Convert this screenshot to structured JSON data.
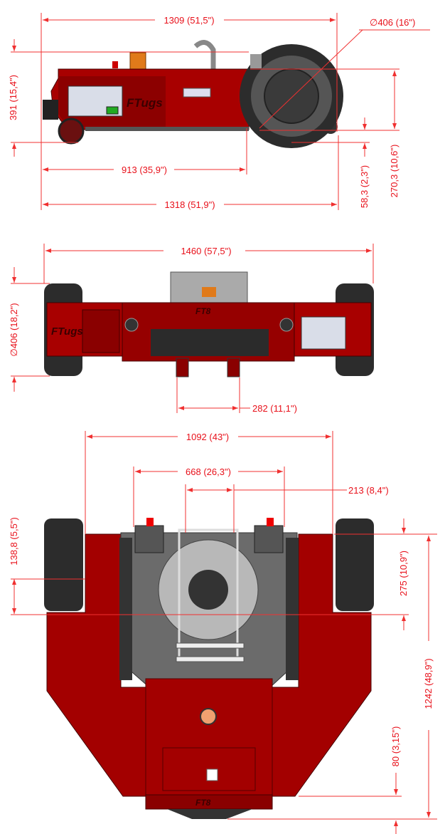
{
  "title": "FTugs FT8 dimensional drawing",
  "logos": {
    "side": "FTugs",
    "front_brand": "FTugs",
    "front_model": "FT8",
    "top_model": "FT8"
  },
  "colors": {
    "body": "#a30000",
    "dimension": "#e8101a",
    "plate": "#6b6b6b",
    "tire": "#2c2c2c"
  },
  "side_view": {
    "overall_length_top": "1309 (51,5\")",
    "wheel_diameter": "∅406 (16\")",
    "height": "391 (15,4\")",
    "wheel_axle_distance": "913 (35,9\")",
    "overall_length_bottom": "1318 (51,9\")",
    "ground_clearance": "58,3 (2,3\")",
    "body_height": "270,3 (10,6\")"
  },
  "front_view": {
    "overall_width": "1460 (57,5\")",
    "wheel_diameter": "∅406 (18,2\")",
    "fork_spacing": "282 (11,1\")"
  },
  "top_view": {
    "inner_width": "1092 (43\")",
    "bracket_spacing": "668 (26,3\")",
    "lift_width": "213 (8,4\")",
    "axle_offset": "138,8 (5,5\")",
    "turntable_offset": "275 (10,9\")",
    "overall_length": "1242 (48,9\")",
    "rear_overhang": "80 (3,15\")"
  }
}
